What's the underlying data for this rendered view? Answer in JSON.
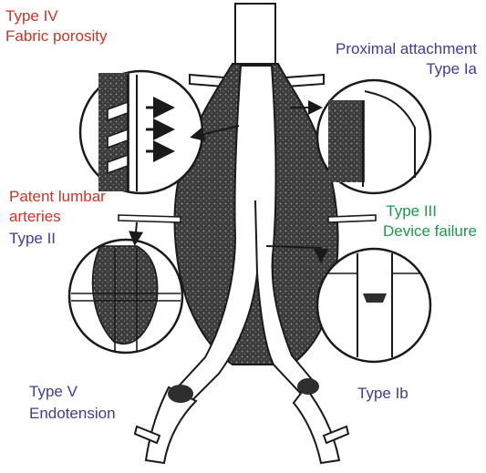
{
  "colors": {
    "red": "#cc3327",
    "blue": "#3d3d96",
    "green": "#1a9a4a",
    "ink": "#1a1a1a",
    "sac_fill": "#4a4a4a",
    "thrombus_fill": "#2e2e2e"
  },
  "labels": {
    "type4_title": "Type IV",
    "type4_sub": "Fabric porosity",
    "type1a_title": "Proximal attachment",
    "type1a_sub": "Type Ia",
    "type2_title_line1": "Patent lumbar",
    "type2_title_line2": "arteries",
    "type2_sub": "Type II",
    "type3_title": "Type III",
    "type3_sub": "Device failure",
    "type5_title": "Type V",
    "type5_sub": "Endotension",
    "type1b": "Type Ib"
  }
}
